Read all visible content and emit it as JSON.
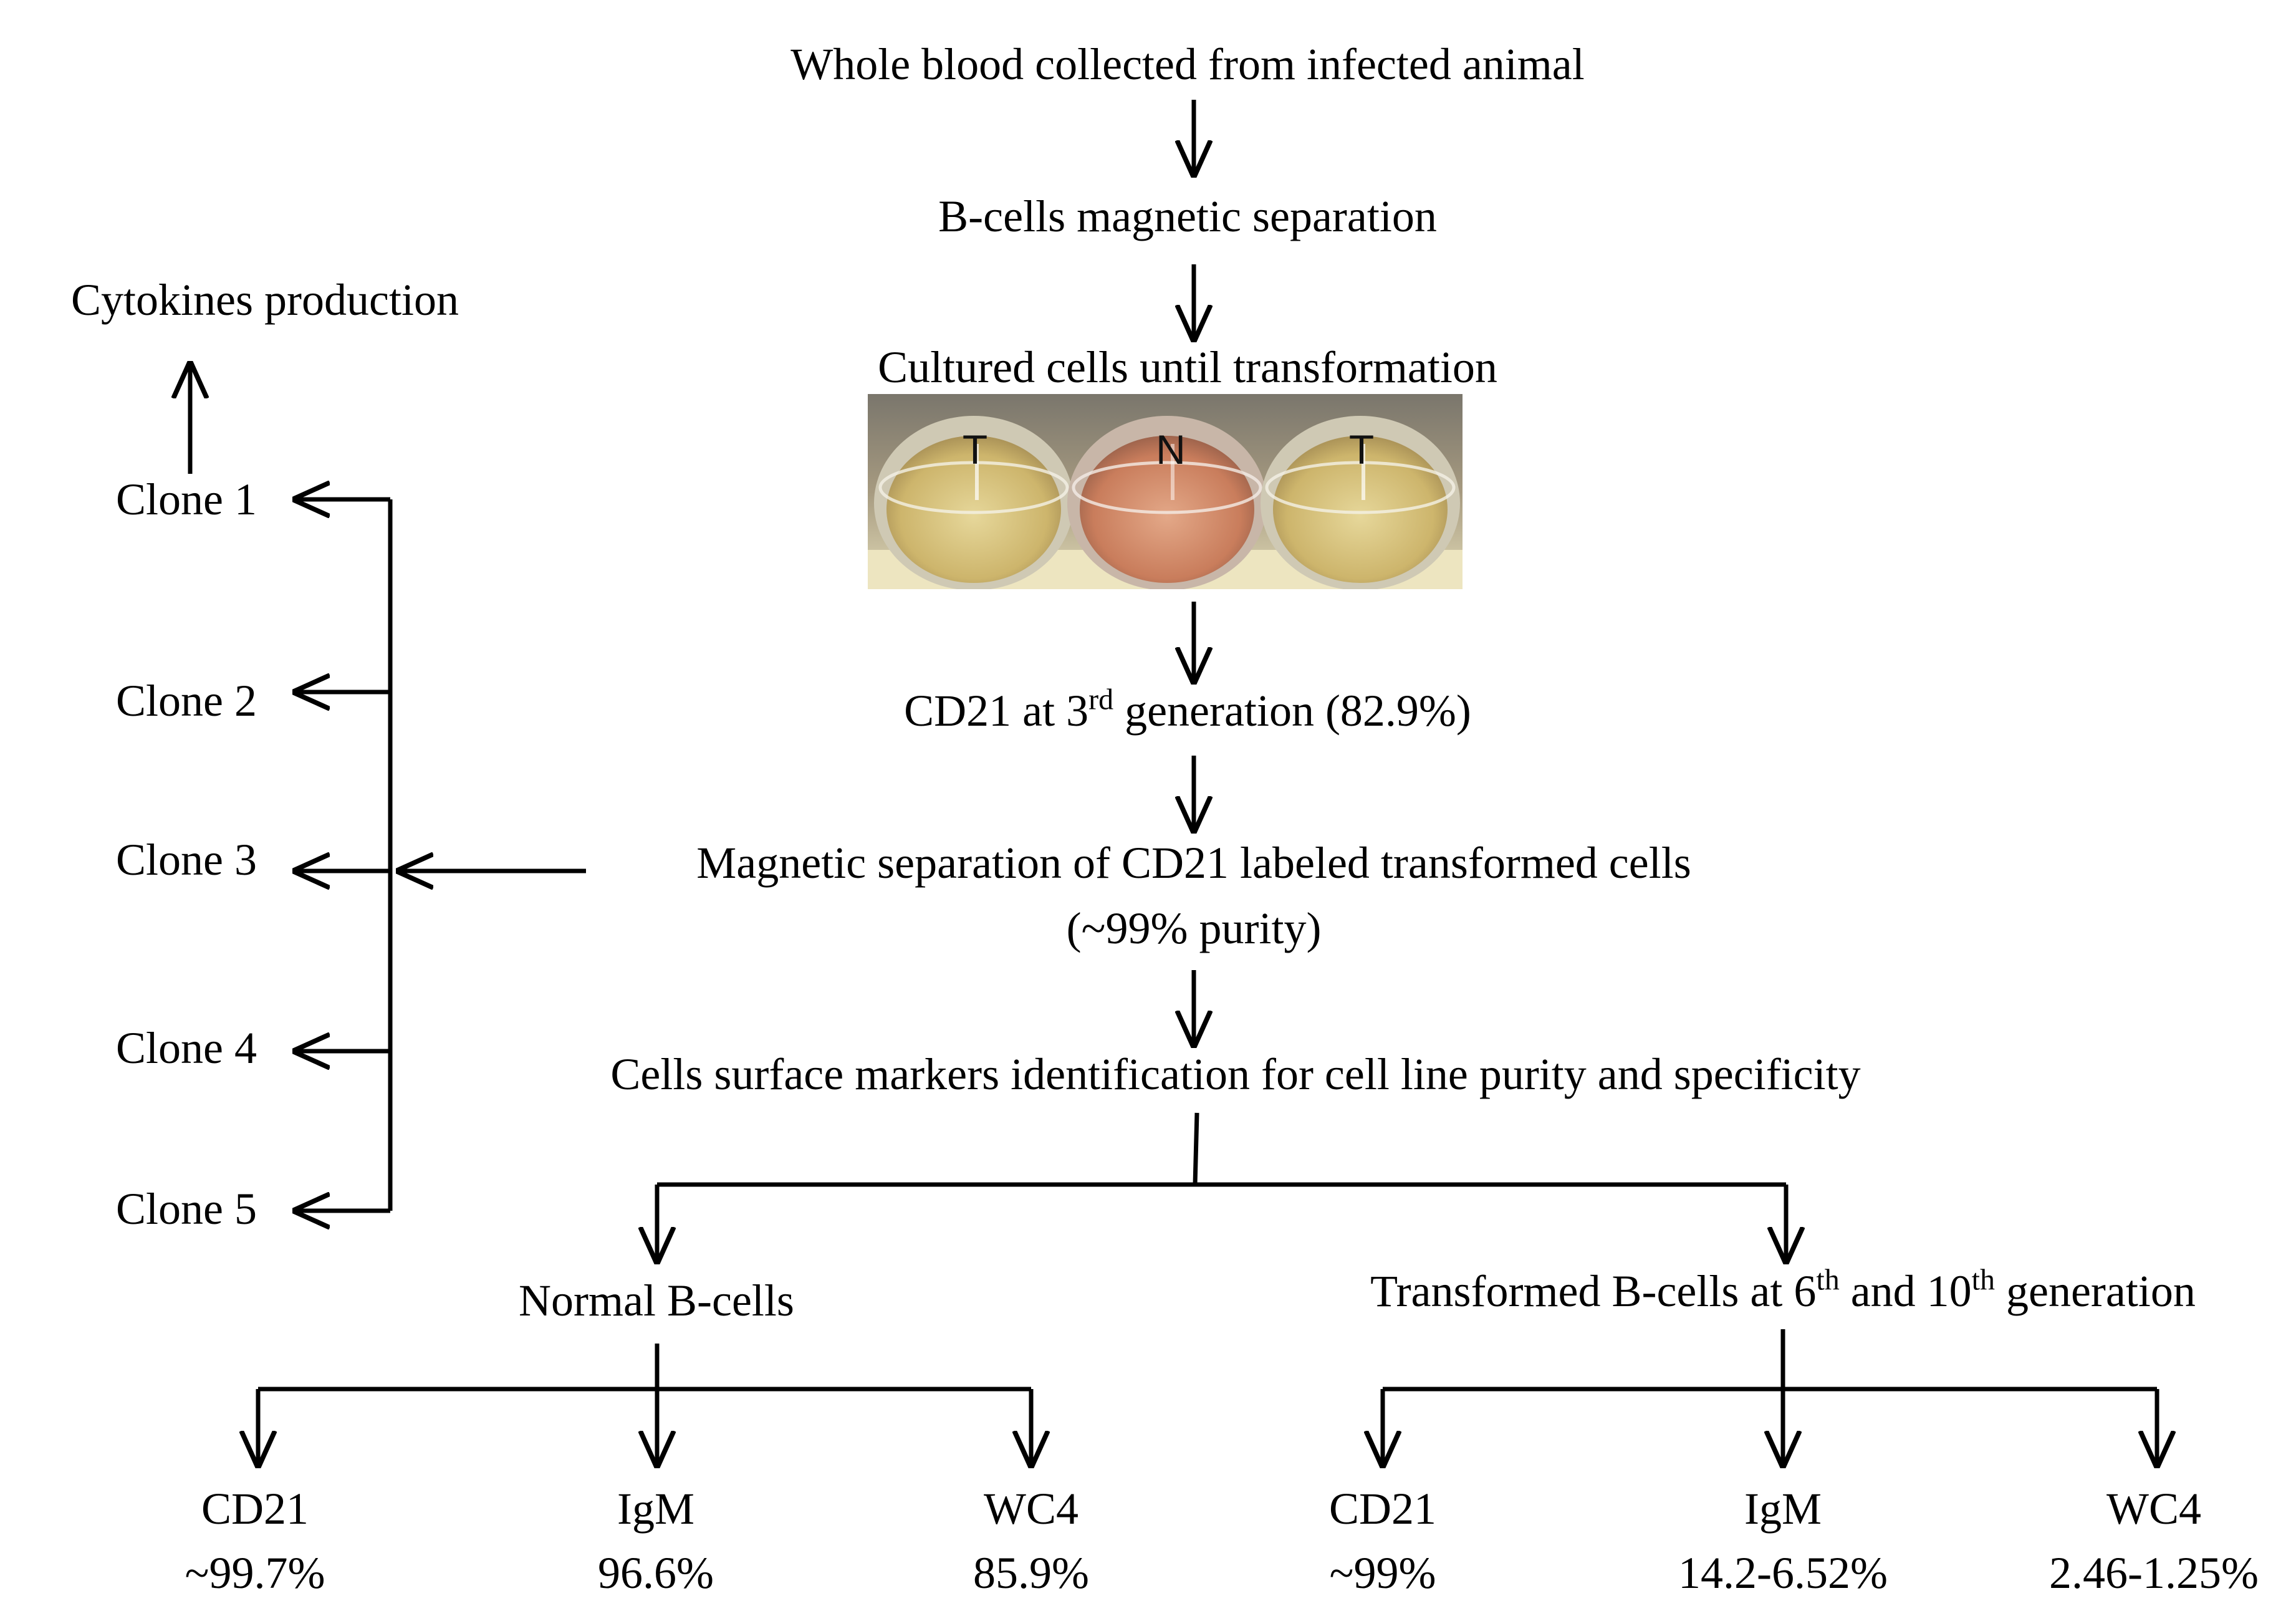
{
  "steps": {
    "whole_blood": "Whole blood collected from infected animal",
    "b_cell_separation": "B-cells magnetic separation",
    "cultured": "Cultured cells until transformation",
    "cd21_gen": {
      "before": "CD21 at 3",
      "sup": "rd",
      "after": " generation (82.9%)"
    },
    "magnetic_cd21": "Magnetic separation of CD21 labeled transformed cells",
    "purity": "(~99% purity)",
    "surface_markers": "Cells surface markers identification for cell line purity and specificity"
  },
  "photo": {
    "well_labels": [
      "T",
      "N",
      "T"
    ],
    "colors": {
      "transformed": "#d8c886",
      "normal": "#d4906e",
      "background": "#8e8372"
    }
  },
  "left_branch": {
    "cytokines": "Cytokines production",
    "clones": [
      "Clone 1",
      "Clone 2",
      "Clone 3",
      "Clone 4",
      "Clone 5"
    ]
  },
  "normal": {
    "title": "Normal B-cells",
    "markers": [
      {
        "name": "CD21",
        "value": "~99.7%"
      },
      {
        "name": "IgM",
        "value": "96.6%"
      },
      {
        "name": "WC4",
        "value": "85.9%"
      }
    ]
  },
  "transformed": {
    "title": {
      "part1": "Transformed B-cells at 6",
      "sup1": "th",
      "part2": " and 10",
      "sup2": "th",
      "part3": " generation"
    },
    "markers": [
      {
        "name": "CD21",
        "value": "~99%"
      },
      {
        "name": "IgM",
        "value": "14.2-6.52%"
      },
      {
        "name": "WC4",
        "value": "2.46-1.25%"
      }
    ]
  }
}
